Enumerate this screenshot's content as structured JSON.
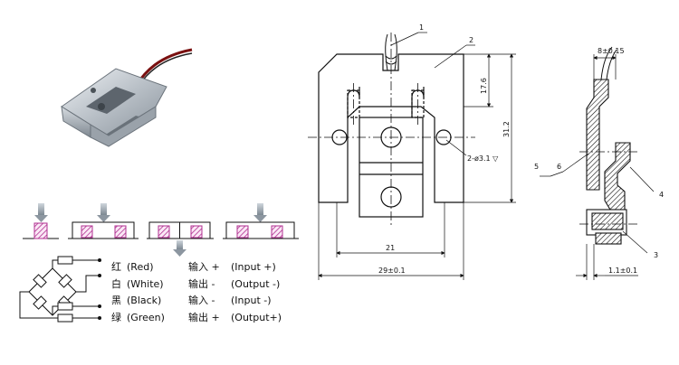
{
  "photo": {
    "name": "load cell product photo"
  },
  "loading_icons": {
    "count": 4
  },
  "wiring": [
    {
      "cn_color": "红",
      "en_color": "(Red)",
      "cn_role": "输入 +",
      "en_role": "(Input  +)",
      "color": "#d32f2f"
    },
    {
      "cn_color": "白",
      "en_color": "(White)",
      "cn_role": "输出 -",
      "en_role": "(Output -)",
      "color": "#9e9e9e"
    },
    {
      "cn_color": "黑",
      "en_color": "(Black)",
      "cn_role": "输入 -",
      "en_role": "(Input -)",
      "color": "#111111"
    },
    {
      "cn_color": "绿",
      "en_color": "(Green)",
      "cn_role": "输出 +",
      "en_role": "(Output+)",
      "color": "#2e7d32"
    }
  ],
  "front_view": {
    "callouts": [
      "1",
      "2"
    ],
    "hole_note": "2-ø3.1 ▽",
    "dim_height_top": "17.6",
    "dim_height_total": "31.2",
    "dim_inner_width": "21",
    "dim_total_width": "29±0.1"
  },
  "side_view": {
    "dim_top": "8±0.15",
    "dim_bottom": "1.1±0.1",
    "callouts": [
      "3",
      "4",
      "5",
      "6"
    ]
  },
  "colors": {
    "line": "#1a1a1a",
    "hatch": "#b03090",
    "arrow": "#9aa4ad"
  }
}
